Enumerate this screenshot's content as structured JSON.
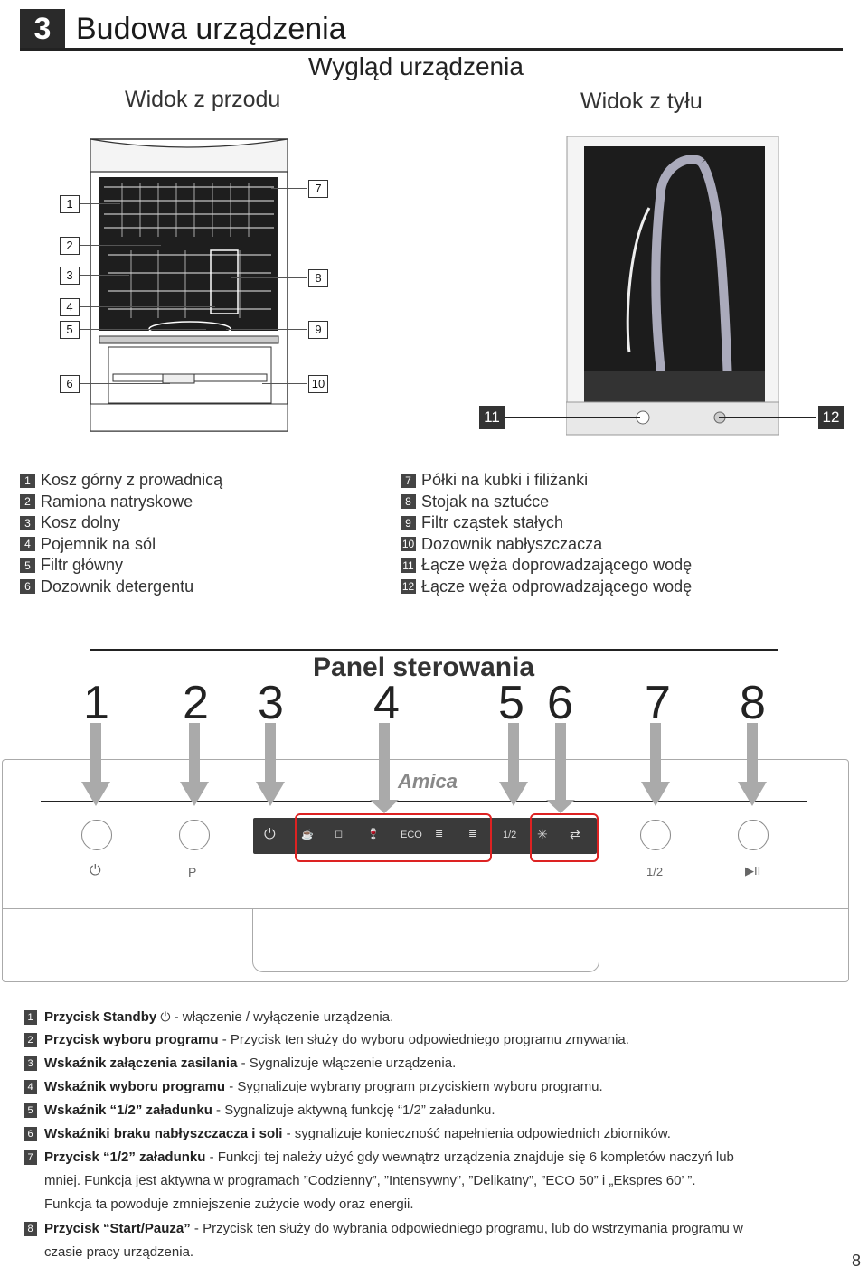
{
  "section": {
    "number": "3",
    "title": "Budowa urządzenia"
  },
  "subtitle": "Wygląd urządzenia",
  "views": {
    "front": "Widok z przodu",
    "back": "Widok z tyłu"
  },
  "front_callouts": [
    "1",
    "2",
    "3",
    "4",
    "5",
    "6",
    "7",
    "8",
    "9",
    "10"
  ],
  "back_callouts": [
    "11",
    "12"
  ],
  "legend_left": [
    {
      "num": "1",
      "label": "Kosz górny z prowadnicą"
    },
    {
      "num": "2",
      "label": "Ramiona natryskowe"
    },
    {
      "num": "3",
      "label": "Kosz dolny"
    },
    {
      "num": "4",
      "label": "Pojemnik na sól"
    },
    {
      "num": "5",
      "label": "Filtr główny"
    },
    {
      "num": "6",
      "label": "Dozownik detergentu"
    }
  ],
  "legend_right": [
    {
      "num": "7",
      "label": "Półki na kubki i filiżanki"
    },
    {
      "num": "8",
      "label": "Stojak na sztućce"
    },
    {
      "num": "9",
      "label": "Filtr cząstek stałych"
    },
    {
      "num": "10",
      "label": "Dozownik nabłyszczacza"
    },
    {
      "num": "11",
      "label": "Łącze węża doprowadzającego wodę"
    },
    {
      "num": "12",
      "label": "Łącze węża odprowadzającego wodę"
    }
  ],
  "panel": {
    "title": "Panel sterowania",
    "numbers": [
      "1",
      "2",
      "3",
      "4",
      "5",
      "6",
      "7",
      "8"
    ],
    "brand": "Amica",
    "display_icons": [
      "power-icon",
      "cup-icon",
      "pot-icon",
      "glass-icon",
      "ECO",
      "rapid-icon",
      "intensive-icon",
      "1/2",
      "sparkle-icon",
      "salt-icon"
    ],
    "eco_label": "ECO",
    "half_label": "1/2",
    "button_labels": {
      "program": "P",
      "half": "1/2"
    }
  },
  "descriptions": [
    {
      "num": "1",
      "bold": "Przycisk Standby",
      "text": " - włączenie / wyłączenie urządzenia."
    },
    {
      "num": "2",
      "bold": "Przycisk wyboru programu",
      "text": " - Przycisk ten służy do wyboru odpowiedniego programu zmywania."
    },
    {
      "num": "3",
      "bold": "Wskaźnik załączenia zasilania",
      "text": " - Sygnalizuje włączenie urządzenia."
    },
    {
      "num": "4",
      "bold": "Wskaźnik wyboru programu",
      "text": " - Sygnalizuje wybrany program przyciskiem wyboru programu."
    },
    {
      "num": "5",
      "bold": "Wskaźnik “1/2” załadunku",
      "text": " - Sygnalizuje aktywną funkcję “1/2” załadunku."
    },
    {
      "num": "6",
      "bold": "Wskaźniki braku nabłyszczacza i soli",
      "text": " - sygnalizuje konieczność napełnienia odpowiednich zbiorników."
    },
    {
      "num": "7",
      "bold": "Przycisk “1/2” załadunku",
      "text": " - Funkcji tej należy użyć gdy wewnątrz urządzenia znajduje się 6 kompletów naczyń lub"
    },
    {
      "num": "8",
      "bold": "Przycisk “Start/Pauza”",
      "text": " - Przycisk ten służy do wybrania odpowiedniego programu, lub do wstrzymania programu w"
    }
  ],
  "desc7_cont1": "mniej. Funkcja jest aktywna w programach ”Codzienny”, ”Intensywny”, ”Delikatny”, ”ECO 50” i „Ekspres 60’ ”.",
  "desc7_cont2": "Funkcja ta powoduje zmniejszenie zużycie wody oraz energii.",
  "desc8_cont": "czasie pracy urządzenia.",
  "page_number": "8"
}
